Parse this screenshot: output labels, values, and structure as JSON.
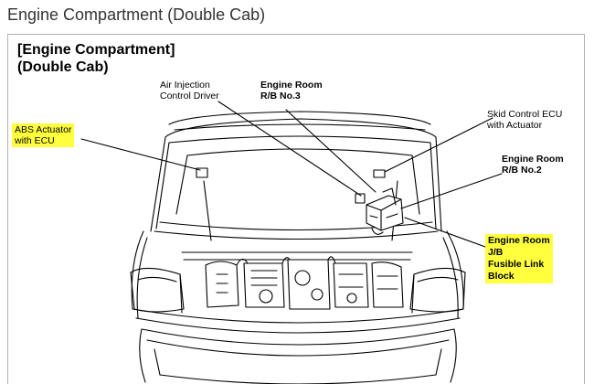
{
  "page_heading": "Engine Compartment (Double Cab)",
  "diagram": {
    "title_lines": [
      "[Engine Compartment]",
      "(Double Cab)"
    ],
    "labels": {
      "air_injection": [
        "Air Injection",
        "Control Driver"
      ],
      "room_rb3": [
        "Engine Room",
        "R/B No.3"
      ],
      "skid_control": [
        "Skid Control ECU",
        "with Actuator"
      ],
      "abs_actuator": [
        "ABS Actuator",
        "with ECU"
      ],
      "room_rb2": [
        "Engine Room",
        "R/B No.2"
      ],
      "room_jb_fusible": [
        "Engine Room",
        "J/B",
        "Fusible Link",
        "Block"
      ]
    },
    "highlight_color": "#ffff3d"
  }
}
